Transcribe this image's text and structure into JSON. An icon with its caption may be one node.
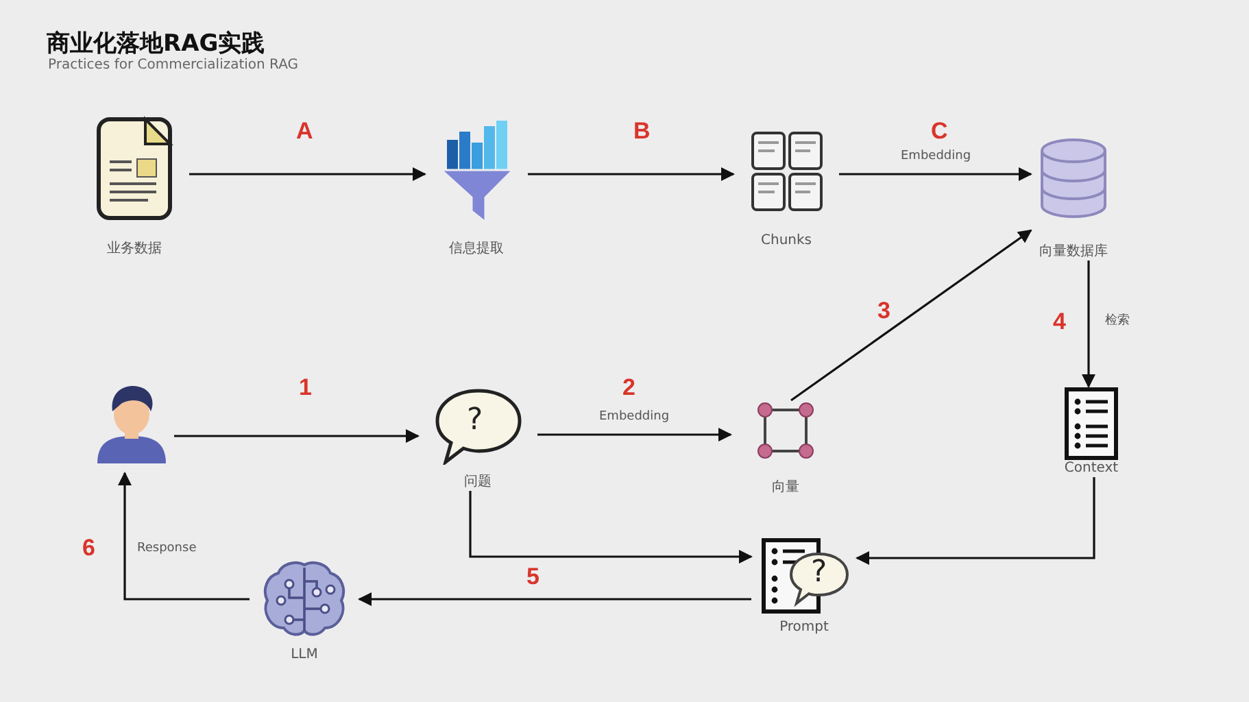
{
  "diagram": {
    "title": "商业化落地RAG实践",
    "nodes": [
      {
        "text": [
          "业务数据"
        ]
      },
      {
        "text": [
          "信息提取"
        ]
      },
      {
        "text": [
          "Chunks"
        ]
      },
      {
        "text": [
          "向量数据库"
        ]
      },
      {
        "text": [],
        "shape": "person"
      },
      {
        "text": [
          "?",
          "问题"
        ]
      },
      {
        "text": [
          "向量"
        ]
      },
      {
        "text": [
          "Context"
        ]
      },
      {
        "text": [
          "?",
          "Prompt"
        ]
      },
      {
        "text": [
          "LLM"
        ]
      }
    ],
    "edges": [
      {
        "from": 0,
        "to": 1,
        "arrow": "to",
        "label": "A"
      },
      {
        "from": 1,
        "to": 2,
        "arrow": "to",
        "label": "B"
      },
      {
        "from": 2,
        "to": 3,
        "arrow": "to",
        "label": "C"
      },
      {
        "from": 4,
        "to": 5,
        "arrow": "to",
        "label": "1"
      },
      {
        "from": 5,
        "to": 6,
        "arrow": "to",
        "label": "2"
      },
      {
        "from": 6,
        "to": 3,
        "arrow": "to",
        "label": "3"
      },
      {
        "from": 3,
        "to": 7,
        "arrow": "to",
        "label": "4"
      },
      {
        "from": 5,
        "to": 8,
        "arrow": "to"
      },
      {
        "from": 7,
        "to": 8,
        "arrow": "to"
      },
      {
        "from": 8,
        "to": 9,
        "arrow": "to",
        "label": "5"
      },
      {
        "from": 9,
        "to": 4,
        "arrow": "to",
        "label": "6"
      }
    ],
    "labels": [
      "Practices for Commercialization RAG",
      "Embedding",
      "Embedding",
      "检索",
      "Response"
    ]
  }
}
